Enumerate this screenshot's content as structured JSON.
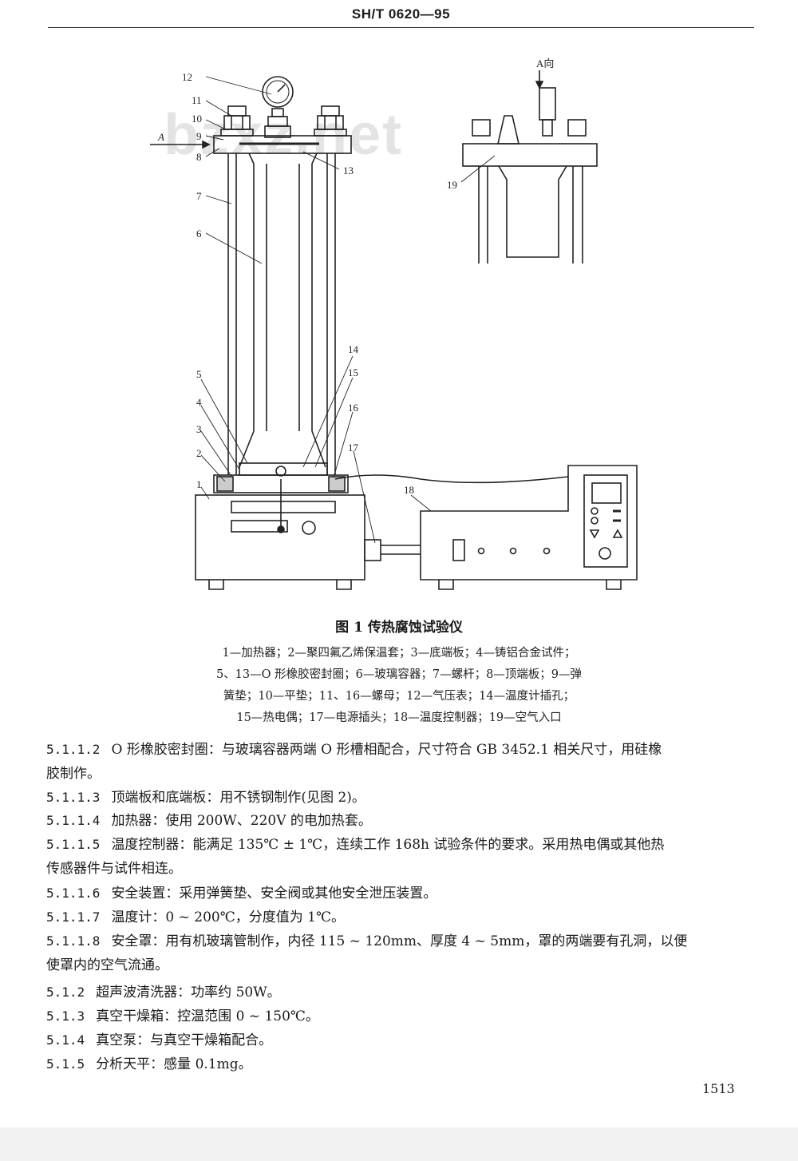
{
  "header": {
    "code": "SH/T 0620—95"
  },
  "watermark": "bzxz.net",
  "figure": {
    "labels": [
      "1",
      "2",
      "3",
      "4",
      "5",
      "6",
      "7",
      "8",
      "9",
      "10",
      "11",
      "12",
      "13",
      "14",
      "15",
      "16",
      "17",
      "18",
      "19"
    ],
    "arrow_label": "A",
    "direction_label": "A向",
    "caption": "图 1   传热腐蚀试验仪",
    "legend": [
      "1—加热器；2—聚四氟乙烯保温套；3—底端板；4—铸铝合金试件；",
      "5、13—O 形橡胶密封圈；6—玻璃容器；7—螺杆；8—顶端板；9—弹",
      "簧垫；10—平垫；11、16—螺母；12—气压表；14—温度计插孔；",
      "15—热电偶；17—电源插头；18—温度控制器；19—空气入口"
    ]
  },
  "paragraphs": [
    {
      "num": "5.1.1.2",
      "lines": [
        "O 形橡胶密封圈：与玻璃容器两端 O 形槽相配合，尺寸符合 GB 3452.1 相关尺寸，用硅橡",
        "胶制作。"
      ]
    },
    {
      "num": "5.1.1.3",
      "lines": [
        "顶端板和底端板：用不锈钢制作(见图 2)。"
      ]
    },
    {
      "num": "5.1.1.4",
      "lines": [
        "加热器：使用 200W、220V 的电加热套。"
      ]
    },
    {
      "num": "5.1.1.5",
      "lines": [
        "温度控制器：能满足 135℃ ± 1℃，连续工作 168h 试验条件的要求。采用热电偶或其他热",
        "传感器件与试件相连。"
      ]
    },
    {
      "num": "5.1.1.6",
      "lines": [
        "安全装置：采用弹簧垫、安全阀或其他安全泄压装置。"
      ]
    },
    {
      "num": "5.1.1.7",
      "lines": [
        "温度计：0 ~ 200℃，分度值为 1℃。"
      ]
    },
    {
      "num": "5.1.1.8",
      "lines": [
        "安全罩：用有机玻璃管制作，内径 115 ~ 120mm、厚度 4 ~ 5mm，罩的两端要有孔洞，以便",
        "使罩内的空气流通。"
      ]
    },
    {
      "num": "5.1.2",
      "lines": [
        "超声波清洗器：功率约 50W。"
      ]
    },
    {
      "num": "5.1.3",
      "lines": [
        "真空干燥箱：控温范围 0 ~ 150℃。"
      ]
    },
    {
      "num": "5.1.4",
      "lines": [
        "真空泵：与真空干燥箱配合。"
      ]
    },
    {
      "num": "5.1.5",
      "lines": [
        "分析天平：感量 0.1mg。"
      ]
    }
  ],
  "page_number": "1513"
}
